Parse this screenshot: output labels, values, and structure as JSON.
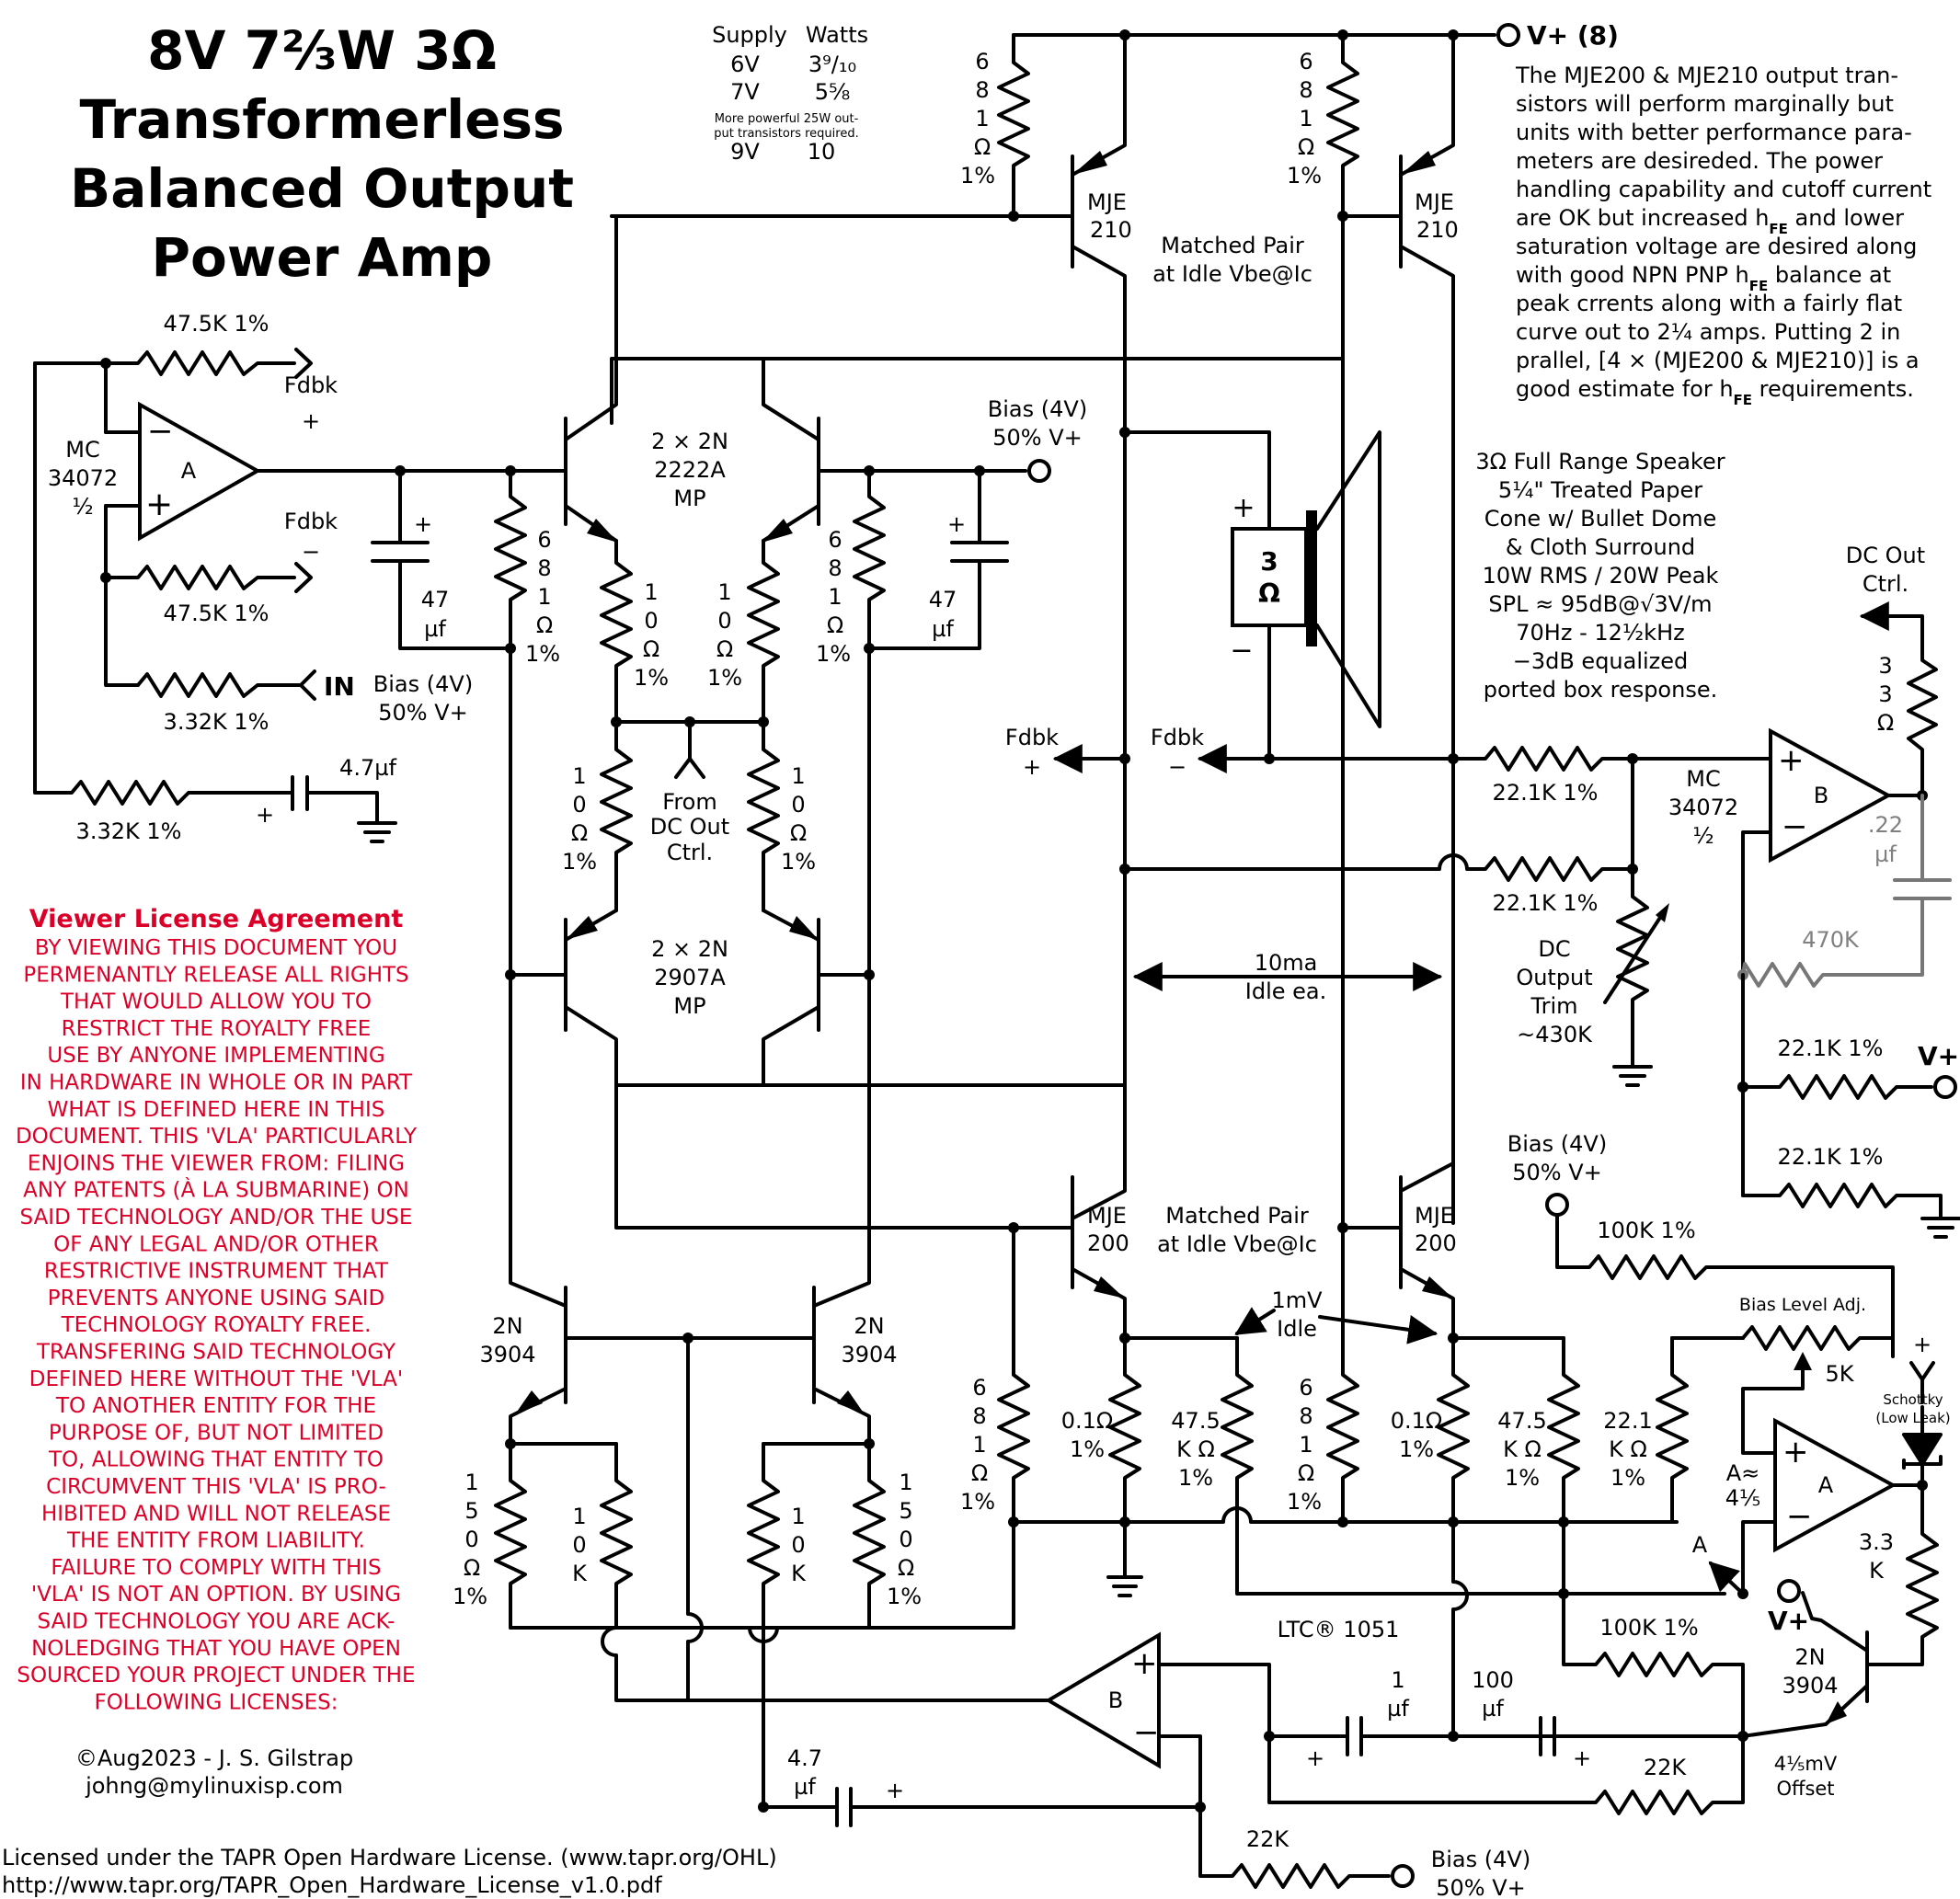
{
  "title": [
    "8V  7⅔W  3Ω",
    "Transformerless",
    "Balanced Output",
    "Power Amp"
  ],
  "supply_table": {
    "headers": [
      "Supply",
      "Watts"
    ],
    "rows": [
      [
        "6V",
        "3⁹/₁₀"
      ],
      [
        "7V",
        "5⅝"
      ],
      [
        "9V",
        "10"
      ]
    ],
    "note": [
      "More powerful 25W out-",
      "put transistors required."
    ]
  },
  "notes_right": [
    "The MJE200 & MJE210 output  tran-",
    "sistors will perform marginally but",
    "units with better performance para-",
    "meters are desireded. The power",
    "handling capability and cutoff current",
    "are OK but increased h",
    "saturation voltage are desired along",
    "with good NPN PNP h",
    "peak crrents along with a fairly flat",
    "curve out to 2¼ amps. Putting 2 in",
    "prallel, [4 × (MJE200 & MJE210)] is a",
    "good estimate for h"
  ],
  "notes_right_tails": {
    "line6": " and lower",
    "line8": " balance at",
    "line12": " requirements.",
    "sub": "FE"
  },
  "speaker_note": [
    "3Ω Full Range Speaker",
    "5¼\" Treated Paper",
    "Cone w/ Bullet Dome",
    "& Cloth Surround",
    "10W RMS / 20W Peak",
    "SPL ≈ 95dB@√3V/m",
    "70Hz - 12½kHz",
    "−3dB equalized",
    "ported box response."
  ],
  "license": {
    "heading": "Viewer License Agreement",
    "lines": [
      "BY VIEWING THIS DOCUMENT YOU",
      "PERMENANTLY RELEASE ALL RIGHTS",
      "THAT WOULD ALLOW  YOU TO",
      "RESTRICT THE ROYALTY FREE",
      "USE BY ANYONE IMPLEMENTING",
      "IN HARDWARE IN WHOLE OR IN PART",
      "WHAT IS DEFINED HERE IN THIS",
      "DOCUMENT. THIS 'VLA' PARTICULARLY",
      "ENJOINS THE VIEWER FROM: FILING",
      "ANY PATENTS (À LA SUBMARINE) ON",
      "SAID TECHNOLOGY AND/OR THE USE",
      "OF ANY LEGAL AND/OR OTHER",
      "RESTRICTIVE INSTRUMENT THAT",
      "PREVENTS ANYONE USING SAID",
      "TECHNOLOGY ROYALTY FREE.",
      "TRANSFERING SAID TECHNOLOGY",
      "DEFINED HERE WITHOUT THE 'VLA'",
      "TO ANOTHER ENTITY FOR THE",
      "PURPOSE OF, BUT NOT LIMITED",
      "TO, ALLOWING THAT ENTITY TO",
      "CIRCUMVENT THIS 'VLA' IS PRO-",
      "HIBITED AND WILL NOT RELEASE",
      "THE ENTITY FROM LIABILITY.",
      "FAILURE TO COMPLY WITH THIS",
      "'VLA' IS NOT AN OPTION. BY USING",
      "SAID TECHNOLOGY YOU ARE ACK-",
      "NOLEDGING THAT YOU HAVE OPEN",
      "SOURCED YOUR PROJECT UNDER THE",
      "FOLLOWING LICENSES:"
    ]
  },
  "copyright": [
    "©Aug2023 -  J. S. Gilstrap",
    "johng@mylinuxisp.com"
  ],
  "footer": [
    "Licensed under the TAPR Open Hardware License. (www.tapr.org/OHL)",
    "http://www.tapr.org/TAPR_Open_Hardware_License_v1.0.pdf"
  ],
  "labels": {
    "vplus8": "V+ (8)",
    "vplus": "V+",
    "bias": "Bias (4V)",
    "bias2": "50% V+",
    "mje210": [
      "MJE",
      "210"
    ],
    "mje200": [
      "MJE",
      "200"
    ],
    "matched": [
      "Matched Pair",
      "at Idle Vbe@Ic"
    ],
    "q2222": [
      "2 × 2N",
      "2222A",
      "MP"
    ],
    "q2907": [
      "2 × 2N",
      "2907A",
      "MP"
    ],
    "q3904": [
      "2N",
      "3904"
    ],
    "mc": [
      "MC",
      "34072",
      "½"
    ],
    "opamp_a": "A",
    "opamp_b": "B",
    "fdbk": "Fdbk",
    "plus": "+",
    "minus": "−",
    "in": "IN",
    "r475k": "47.5K 1%",
    "r332k": "3.32K 1%",
    "cap47uf": "4.7µf",
    "cap47": [
      "47",
      "µf"
    ],
    "r681": [
      "6",
      "8",
      "1",
      "Ω",
      "1%"
    ],
    "r10": [
      "1",
      "0",
      "Ω",
      "1%"
    ],
    "from_dc": [
      "From",
      "DC Out",
      "Ctrl."
    ],
    "spk": [
      "3",
      "Ω"
    ],
    "dc_out": [
      "DC Out",
      "Ctrl."
    ],
    "r33": [
      "3",
      "3",
      "Ω"
    ],
    "r221k": "22.1K 1%",
    "c22": [
      ".22",
      "µf"
    ],
    "r470k": "470K",
    "trim": [
      "DC",
      "Output",
      "Trim",
      "~430K"
    ],
    "idle10": [
      "10ma",
      "Idle ea."
    ],
    "idle1": [
      "1mV",
      "Idle"
    ],
    "r01": [
      "0.1Ω",
      "1%"
    ],
    "r475kohm": [
      "47.5",
      "K Ω",
      "1%"
    ],
    "r221kohm": [
      "22.1",
      "K Ω",
      "1%"
    ],
    "r100k": "100K 1%",
    "bias_adj": "Bias Level Adj.",
    "r5k": "5K",
    "schottky": [
      "Schottky",
      "(Low Leak)"
    ],
    "gain": [
      "A≈",
      "4⅕"
    ],
    "r33k": [
      "3.3",
      "K"
    ],
    "r150": [
      "1",
      "5",
      "0",
      "Ω",
      "1%"
    ],
    "r10k": [
      "1",
      "0",
      "K"
    ],
    "ltc": "LTC® 1051",
    "c1": [
      "1",
      "µf"
    ],
    "c100": [
      "100",
      "µf"
    ],
    "c47b": [
      "4.7",
      "µf"
    ],
    "r22k": "22K",
    "offset": [
      "4⅕mV",
      "Offset"
    ],
    "a_arrow": "A"
  }
}
